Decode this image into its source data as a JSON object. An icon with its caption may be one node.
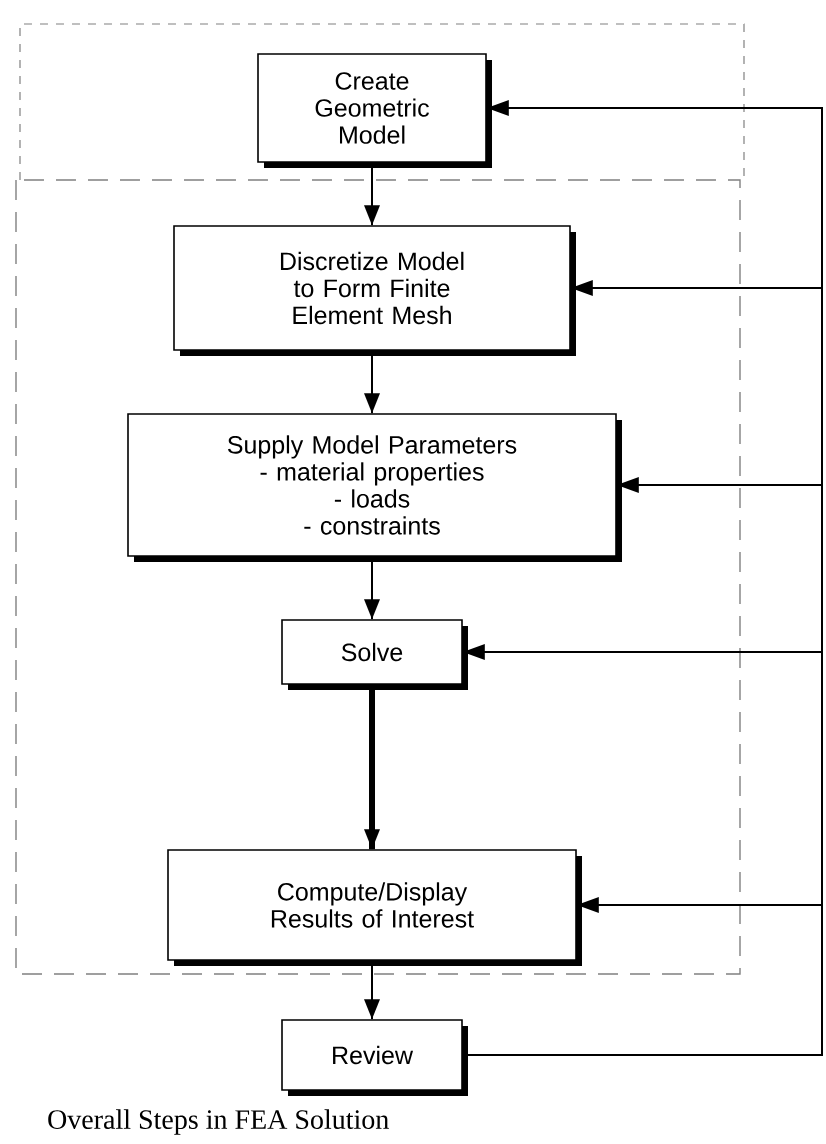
{
  "diagram": {
    "caption": "Overall Steps in FEA Solution",
    "nodes": [
      {
        "text": [
          "Create Geometric Model"
        ]
      },
      {
        "text": [
          "Discretize Model to Form Finite Element Mesh"
        ]
      },
      {
        "text": [
          "Supply Model Parameters",
          "- material properties",
          "- loads",
          "- constraints"
        ]
      },
      {
        "text": [
          "Solve"
        ]
      },
      {
        "text": [
          "Compute/Display Results of Interest"
        ]
      },
      {
        "text": [
          "Review"
        ]
      }
    ],
    "edges": [
      {
        "from": 0,
        "to": 1,
        "arrow": "to"
      },
      {
        "from": 1,
        "to": 2,
        "arrow": "to"
      },
      {
        "from": 2,
        "to": 3,
        "arrow": "to"
      },
      {
        "from": 3,
        "to": 4,
        "arrow": "to",
        "style": "thick"
      },
      {
        "from": 4,
        "to": 5,
        "arrow": "to"
      },
      {
        "from": 5,
        "to": 0,
        "arrow": "to"
      },
      {
        "from": 5,
        "to": 1,
        "arrow": "to"
      },
      {
        "from": 5,
        "to": 2,
        "arrow": "to"
      },
      {
        "from": 5,
        "to": 3,
        "arrow": "to"
      },
      {
        "from": 5,
        "to": 4,
        "arrow": "to"
      }
    ]
  }
}
